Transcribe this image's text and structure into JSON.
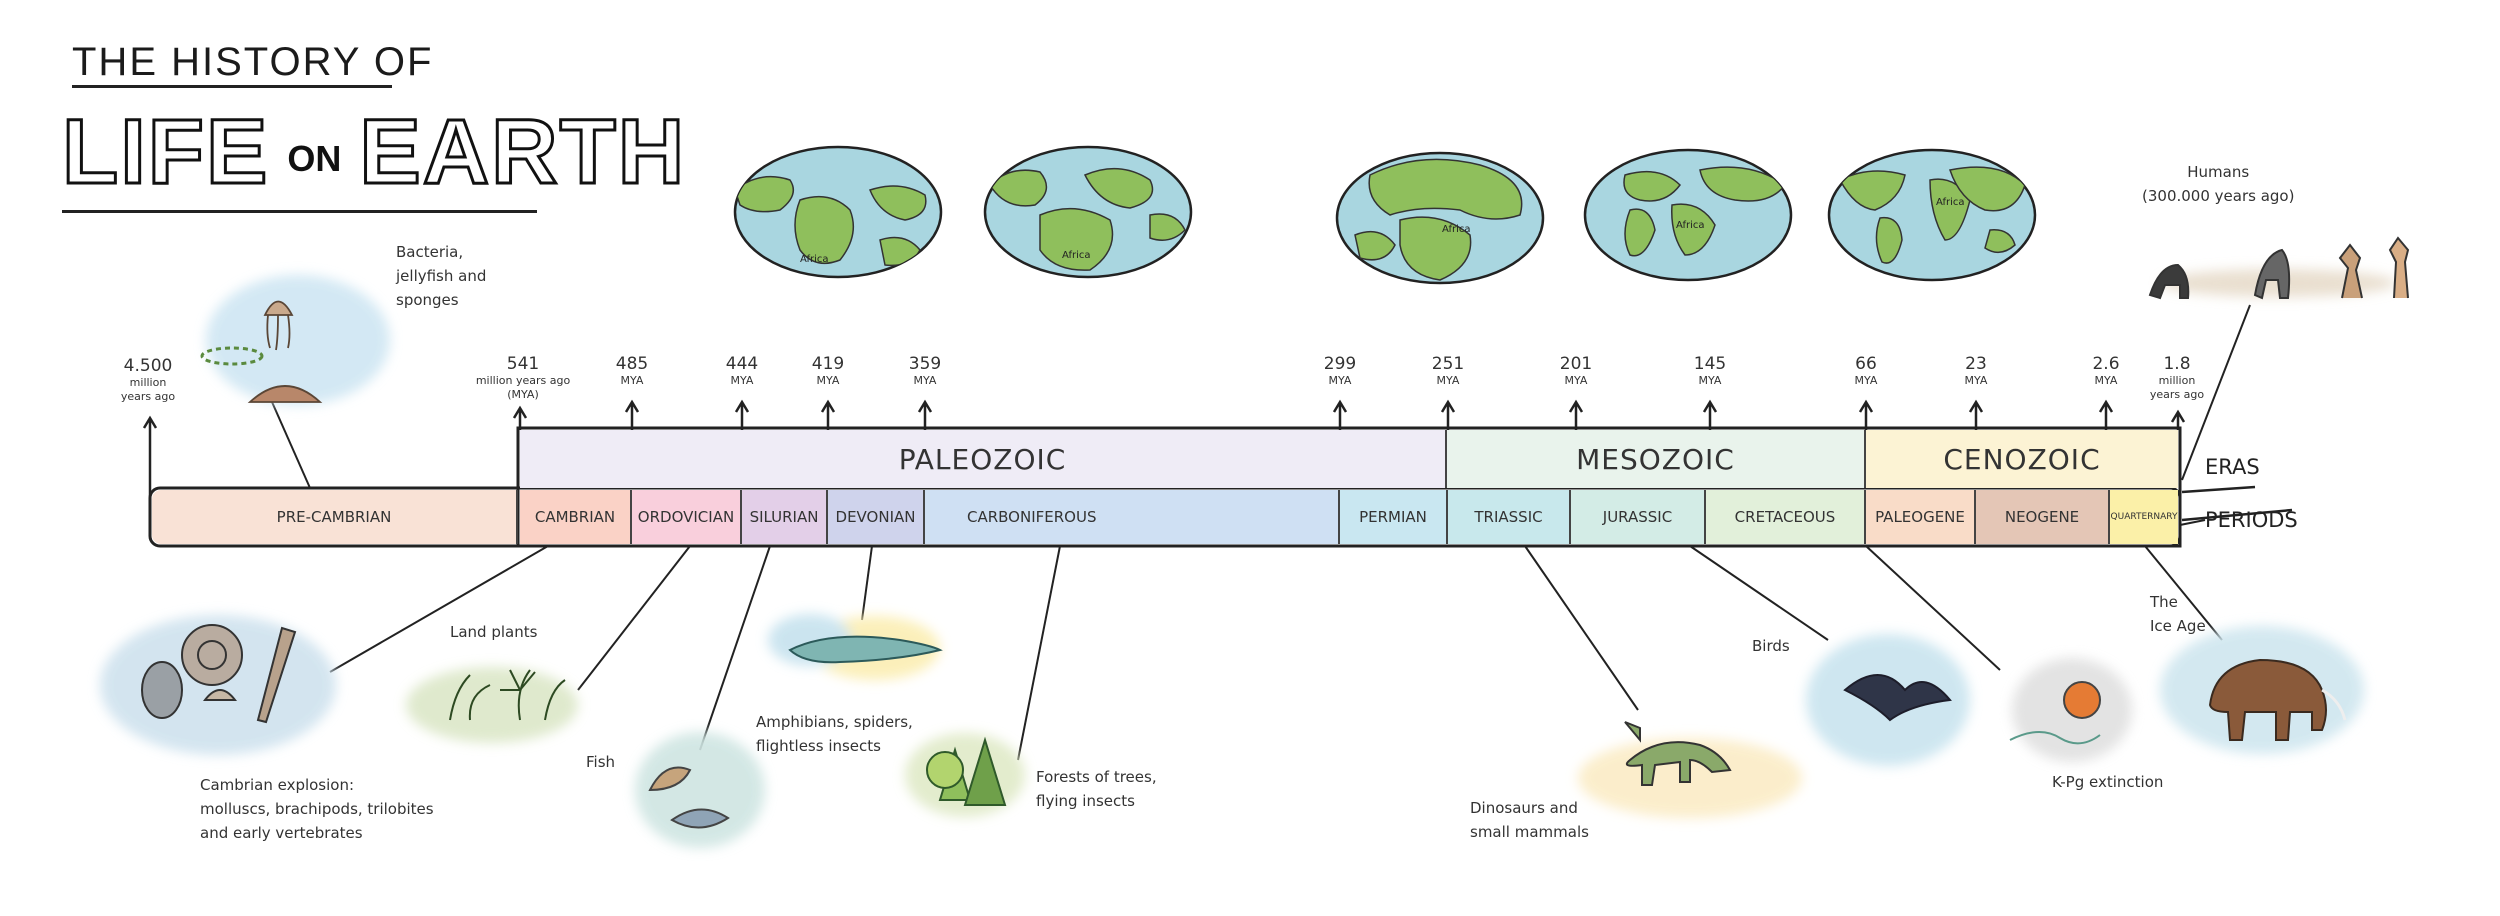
{
  "title": {
    "line1": "THE HISTORY OF",
    "life": "LIFE",
    "on": "ON",
    "earth": "EARTH"
  },
  "row_labels": {
    "eras": "ERAS",
    "periods": "PERIODS"
  },
  "eras": [
    {
      "name": "PALEOZOIC",
      "color": "#efecf6"
    },
    {
      "name": "MESOZOIC",
      "color": "#e9f3ec"
    },
    {
      "name": "CENOZOIC",
      "color": "#fcf3d4"
    }
  ],
  "periods": [
    {
      "name": "PRE-CAMBRIAN",
      "color": "#f9e2d6"
    },
    {
      "name": "CAMBRIAN",
      "color": "#fad2c6"
    },
    {
      "name": "ORDOVICIAN",
      "color": "#f9cfdc"
    },
    {
      "name": "SILURIAN",
      "color": "#e3cfe8"
    },
    {
      "name": "DEVONIAN",
      "color": "#cfd3ec"
    },
    {
      "name": "CARBONIFEROUS",
      "color": "#cfe0f3"
    },
    {
      "name": "PERMIAN",
      "color": "#c9e7f1"
    },
    {
      "name": "TRIASSIC",
      "color": "#c8e8ec"
    },
    {
      "name": "JURASSIC",
      "color": "#d3ece6"
    },
    {
      "name": "CRETACEOUS",
      "color": "#e2f0da"
    },
    {
      "name": "PALEOGENE",
      "color": "#f9dcc8"
    },
    {
      "name": "NEOGENE",
      "color": "#e4c6b6"
    },
    {
      "name": "QUARTERNARY",
      "color": "#fbf0a8"
    }
  ],
  "dates": [
    {
      "num": "4.500",
      "unit1": "million",
      "unit2": "years ago"
    },
    {
      "num": "541",
      "unit1": "million years ago",
      "unit2": "(MYA)"
    },
    {
      "num": "485",
      "unit1": "MYA",
      "unit2": ""
    },
    {
      "num": "444",
      "unit1": "MYA",
      "unit2": ""
    },
    {
      "num": "419",
      "unit1": "MYA",
      "unit2": ""
    },
    {
      "num": "359",
      "unit1": "MYA",
      "unit2": ""
    },
    {
      "num": "299",
      "unit1": "MYA",
      "unit2": ""
    },
    {
      "num": "251",
      "unit1": "MYA",
      "unit2": ""
    },
    {
      "num": "201",
      "unit1": "MYA",
      "unit2": ""
    },
    {
      "num": "145",
      "unit1": "MYA",
      "unit2": ""
    },
    {
      "num": "66",
      "unit1": "MYA",
      "unit2": ""
    },
    {
      "num": "23",
      "unit1": "MYA",
      "unit2": ""
    },
    {
      "num": "2.6",
      "unit1": "MYA",
      "unit2": ""
    },
    {
      "num": "1.8",
      "unit1": "million",
      "unit2": "years ago"
    }
  ],
  "annotations": {
    "bacteria": [
      "Bacteria,",
      "jellyfish and",
      "sponges"
    ],
    "humans": [
      "Humans",
      "(300.000 years ago)"
    ],
    "cambrian": [
      "Cambrian explosion:",
      "molluscs, brachipods, trilobites",
      "and  early vertebrates"
    ],
    "land_plants": [
      "Land plants"
    ],
    "fish": [
      "Fish"
    ],
    "amphibians": [
      "Amphibians, spiders,",
      "flightless insects"
    ],
    "forests": [
      "Forests of trees,",
      "flying insects"
    ],
    "dinosaurs": [
      "Dinosaurs and",
      "small mammals"
    ],
    "birds": [
      "Birds"
    ],
    "kpg": [
      "K-Pg extinction"
    ],
    "ice_age": [
      "The",
      "Ice Age"
    ]
  },
  "globe_label": "Africa",
  "colors": {
    "ocean": "#a9d6e0",
    "land": "#8fbf5c",
    "ink": "#222222"
  }
}
